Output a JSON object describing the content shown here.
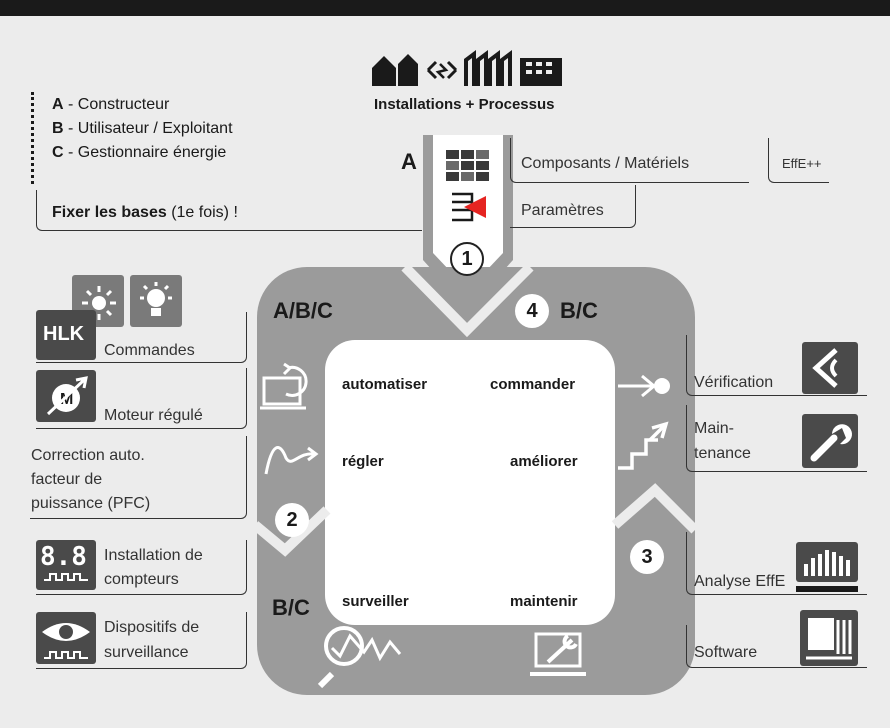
{
  "header": {
    "title": "Installations + Processus"
  },
  "legend": {
    "items": [
      {
        "key": "A",
        "label": " - Constructeur"
      },
      {
        "key": "B",
        "label": " - Utilisateur / Exploitant"
      },
      {
        "key": "C",
        "label": " - Gestionnaire énergie"
      }
    ],
    "basis_bold": "Fixer les bases",
    "basis_rest": " (1e fois) !"
  },
  "top_section": {
    "letter": "A",
    "components": "Composants / Matériels",
    "effe": "EffE++",
    "parameters": "Paramètres",
    "step1": "1"
  },
  "cycle": {
    "label_abc": "A/B/C",
    "label_bc_top": "B/C",
    "label_bc_bottom": "B/C",
    "step2": "2",
    "step3": "3",
    "step4": "4",
    "actions": {
      "automatiser": "automatiser",
      "commander": "commander",
      "regler": "régler",
      "ameliorer": "améliorer",
      "surveiller": "surveiller",
      "maintenir": "maintenir"
    }
  },
  "left_items": {
    "hlk_badge": "HLK",
    "commandes": "Commandes",
    "motor_badge": "M",
    "moteur": "Moteur régulé",
    "pfc_line1": "Correction auto.",
    "pfc_line2": "facteur de",
    "pfc_line3": "puissance (PFC)",
    "counter_digits": "8.8",
    "compteurs_line1": "Installation de",
    "compteurs_line2": "compteurs",
    "surv_line1": "Dispositifs de",
    "surv_line2": "surveillance"
  },
  "right_items": {
    "verification": "Vérification",
    "main_line1": "Main-",
    "main_line2": "tenance",
    "analyse": "Analyse EffE",
    "software": "Software"
  },
  "colors": {
    "cycle_gray": "#9b9b9b",
    "inner_white": "#ffffff",
    "dark": "#1a1a1a",
    "accent_red": "#e52421"
  }
}
